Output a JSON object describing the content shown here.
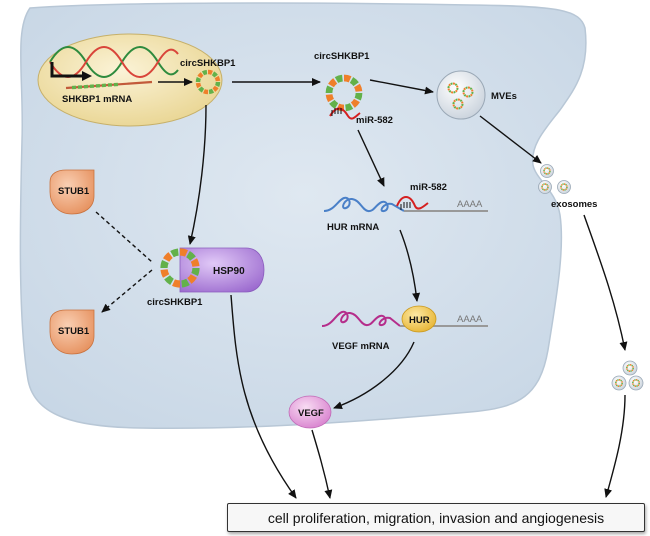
{
  "labels": {
    "shkbp1_mrna": "SHKBP1 mRNA",
    "circ_nucleus": "circSHKBP1",
    "circ_top": "circSHKBP1",
    "mir_top": "miR-582",
    "mves": "MVEs",
    "exosomes": "exosomes",
    "stub1_top": "STUB1",
    "stub1_bottom": "STUB1",
    "hsp90": "HSP90",
    "circ_complex": "circSHKBP1",
    "mir_hur": "miR-582",
    "hur_mrna": "HUR mRNA",
    "aaaa_1": "AAAA",
    "hur_protein": "HUR",
    "aaaa_2": "AAAA",
    "vegf_mrna": "VEGF mRNA",
    "vegf": "VEGF"
  },
  "outcome": "cell proliferation, migration, invasion and angiogenesis",
  "colors": {
    "cell": "#d6e2ee",
    "nucleus": "#f3e6b8",
    "circ_green": "#63b14a",
    "circ_orange": "#ef7f2a",
    "mirna": "#d52020",
    "stub1": "#f0a277",
    "hsp90": "#b68be0",
    "hur": "#f2c94c",
    "vegf": "#e7a6dd",
    "hur_mrna": "#4a80c8",
    "vegf_mrna": "#b52d8b"
  }
}
